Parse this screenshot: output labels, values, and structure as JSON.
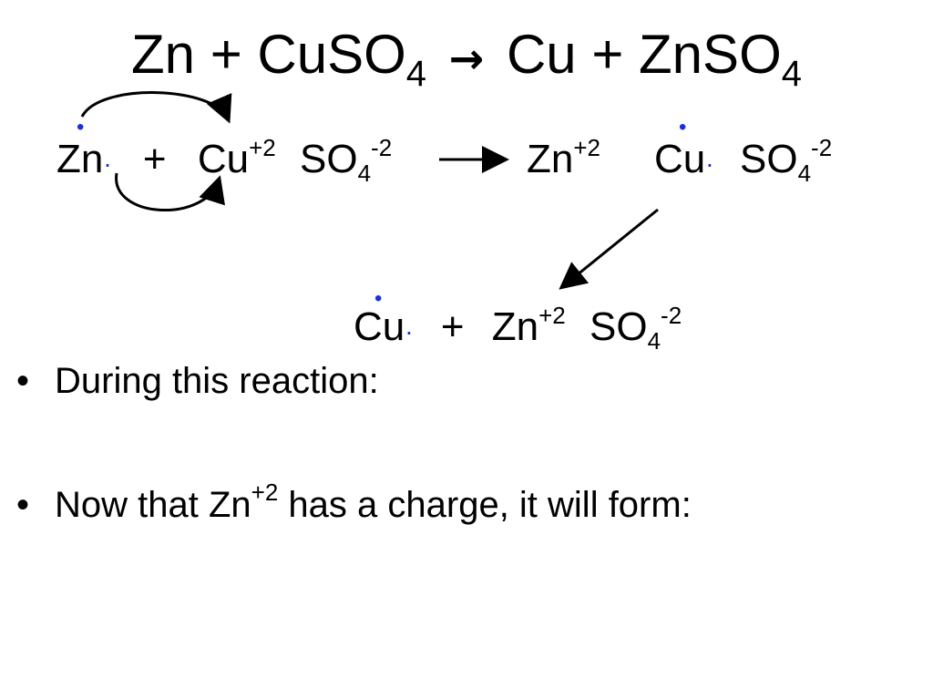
{
  "title": {
    "reactant_1": "Zn",
    "plus_1": "+",
    "reactant_2": "CuSO",
    "reactant_2_sub": "4",
    "product_1": "Cu",
    "plus_2": "+",
    "product_2": "ZnSO",
    "product_2_sub": "4"
  },
  "equation_1": {
    "zn": "Zn",
    "plus": "+",
    "cu": "Cu",
    "cu_charge": "+2",
    "so": "SO",
    "so_sub": "4",
    "so_charge": "-2",
    "zn_ion": "Zn",
    "zn_ion_charge": "+2",
    "cu_product": "Cu",
    "so_2": "SO",
    "so_2_sub": "4",
    "so_2_charge": "-2"
  },
  "equation_2": {
    "cu": "Cu",
    "plus": "+",
    "zn": "Zn",
    "zn_charge": "+2",
    "so": "SO",
    "so_sub": "4",
    "so_charge": "-2"
  },
  "bullets": {
    "item_1": "During this reaction:",
    "item_2_prefix": "Now that Zn",
    "item_2_charge": "+2",
    "item_2_suffix": " has a charge, it will form:"
  },
  "colors": {
    "electron_dot": "#1a2ee6"
  }
}
